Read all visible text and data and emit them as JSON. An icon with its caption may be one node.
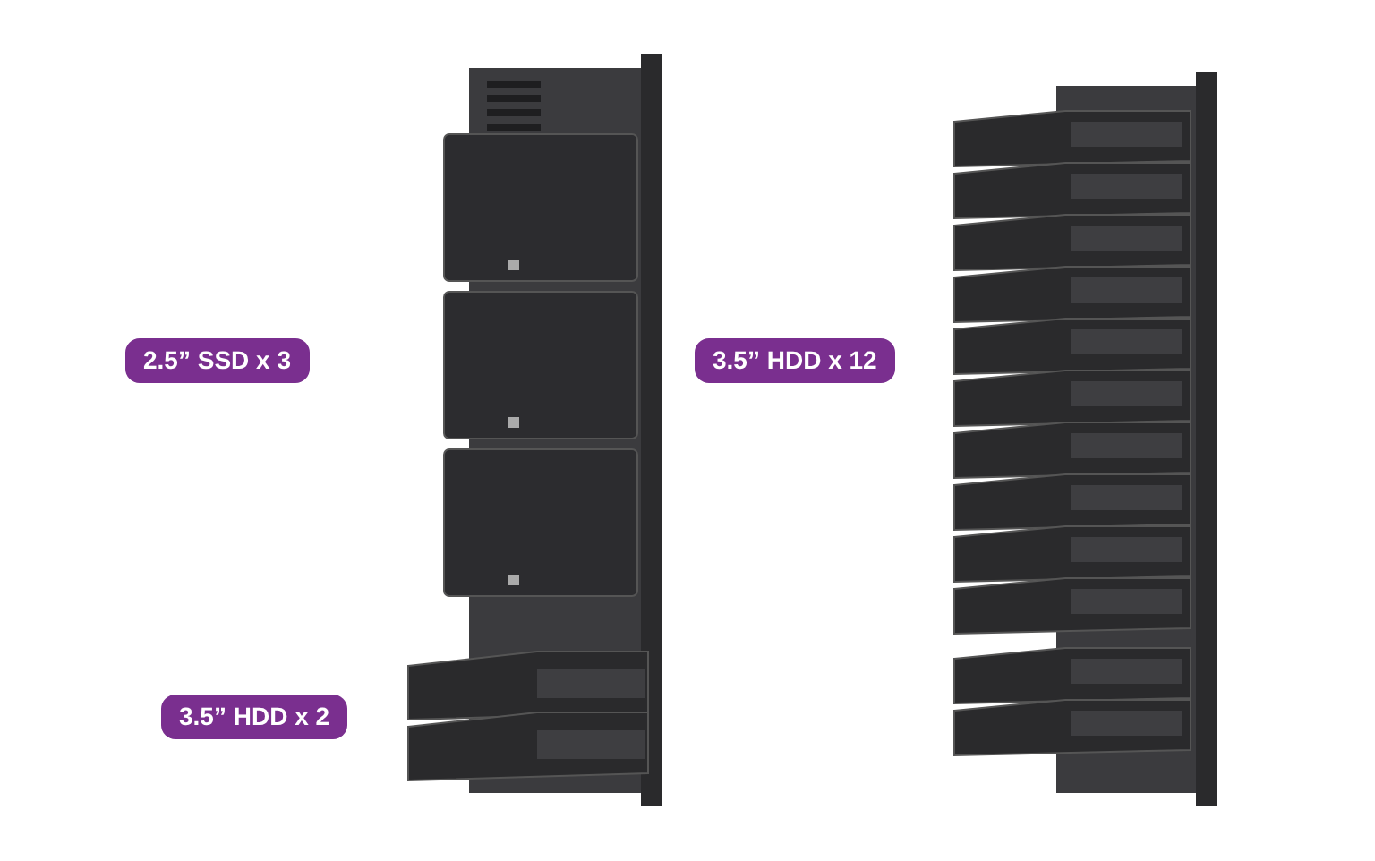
{
  "diagram": {
    "nodes": [
      {
        "text": [
          "2.5” SSD x 3"
        ]
      },
      {
        "text": [
          "3.5” HDD x 12"
        ]
      },
      {
        "text": [
          "3.5” HDD x 2"
        ]
      }
    ]
  }
}
